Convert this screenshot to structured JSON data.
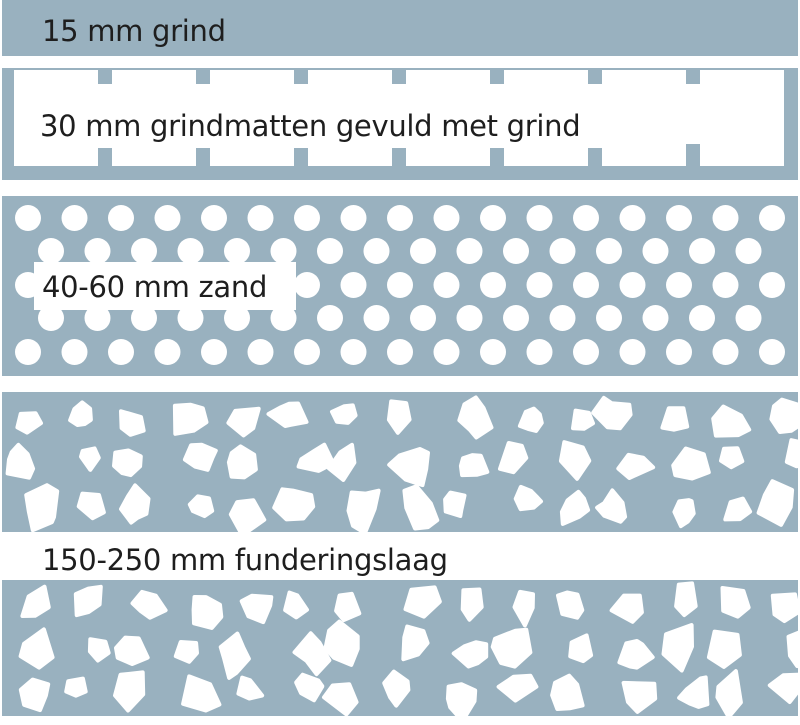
{
  "colors": {
    "layer_fill": "#99b1bf",
    "background": "#ffffff",
    "text": "#1e1e1e"
  },
  "layers": [
    {
      "id": "gravel",
      "label": "15 mm grind",
      "pattern": "solid"
    },
    {
      "id": "gravel-mats",
      "label": "30 mm grindmatten gevuld met grind",
      "pattern": "grid-mat"
    },
    {
      "id": "sand",
      "label": "40-60 mm zand",
      "pattern": "circles"
    },
    {
      "id": "foundation",
      "label": "150-250 mm funderingslaag",
      "pattern": "crushed-stone"
    }
  ]
}
